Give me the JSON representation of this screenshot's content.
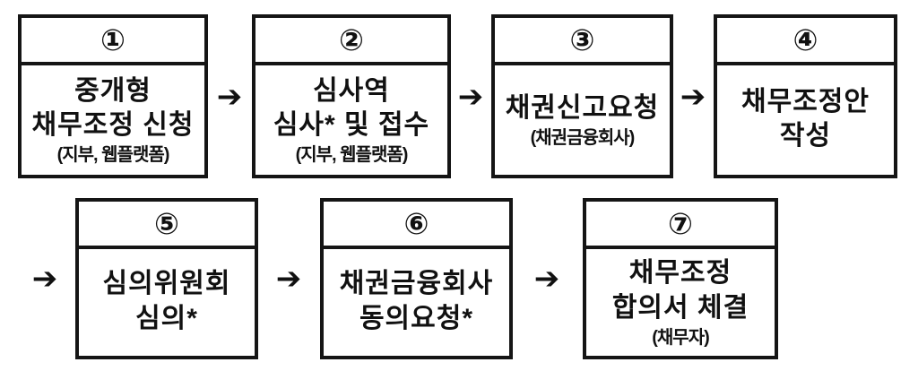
{
  "diagram": {
    "arrow_glyph": "➔",
    "steps": [
      {
        "number": "①",
        "title": "중개형\n채무조정 신청",
        "subtitle": "(지부, 웹플랫폼)"
      },
      {
        "number": "②",
        "title": "심사역\n심사* 및 접수",
        "subtitle": "(지부, 웹플랫폼)"
      },
      {
        "number": "③",
        "title": "채권신고요청",
        "subtitle": "(채권금융회사)"
      },
      {
        "number": "④",
        "title": "채무조정안\n작성",
        "subtitle": ""
      },
      {
        "number": "⑤",
        "title": "심의위원회\n심의*",
        "subtitle": ""
      },
      {
        "number": "⑥",
        "title": "채권금융회사\n동의요청*",
        "subtitle": ""
      },
      {
        "number": "⑦",
        "title": "채무조정\n합의서 체결",
        "subtitle": "(채무자)"
      }
    ]
  }
}
